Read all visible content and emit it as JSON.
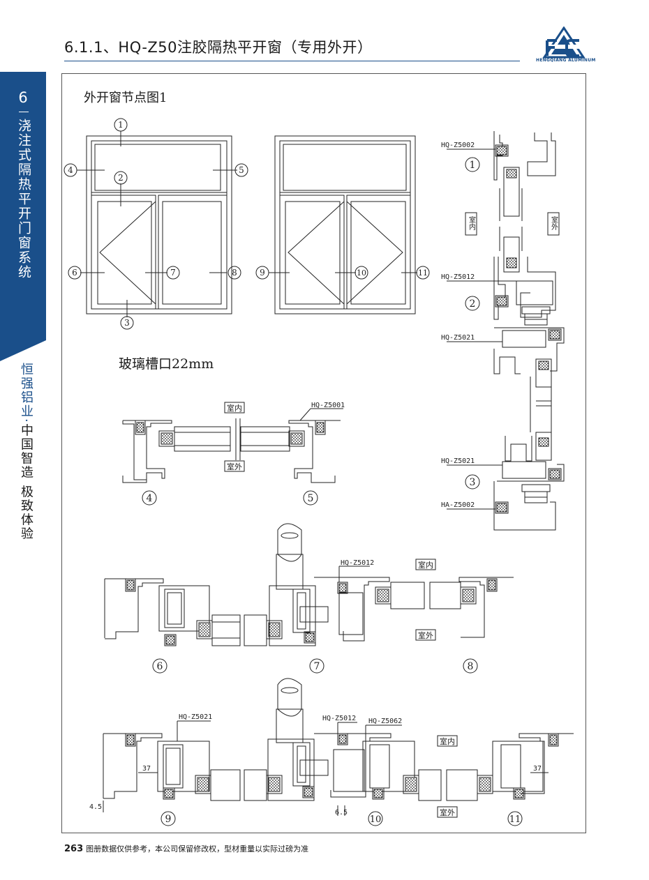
{
  "header": {
    "title": "6.1.1、HQ-Z50注胶隔热平开窗（专用外开）",
    "logo_text": "HENGQIANG ALUMINUM"
  },
  "sidebar": {
    "chapter": "6",
    "title": "浇注式隔热平开门窗系统",
    "brand": "恒强铝业",
    "dot": "·",
    "slogan": "中国智造 极致体验"
  },
  "section_title": "外开窗节点图1",
  "glass_note": "玻璃槽口22mm",
  "labels": {
    "hq_z5001": "HQ-Z5001",
    "hq_z5002": "HQ-Z5002",
    "hq_z5012": "HQ-Z5012",
    "hq_z5021": "HQ-Z5021",
    "hq_z5062": "HQ-Z5062",
    "ha_z5002": "HA-Z5002",
    "indoor": "室内",
    "outdoor": "室外",
    "dim_37": "37",
    "dim_45": "4.5",
    "dim_65": "6.5"
  },
  "nodes": [
    "1",
    "2",
    "3",
    "4",
    "5",
    "6",
    "7",
    "8",
    "9",
    "10",
    "11"
  ],
  "footer": {
    "page": "263",
    "note": "图册数据仅供参考，本公司保留修改权，型材重量以实际过磅为准"
  },
  "colors": {
    "brand_blue": "#1a4f8a",
    "line": "#222222"
  }
}
